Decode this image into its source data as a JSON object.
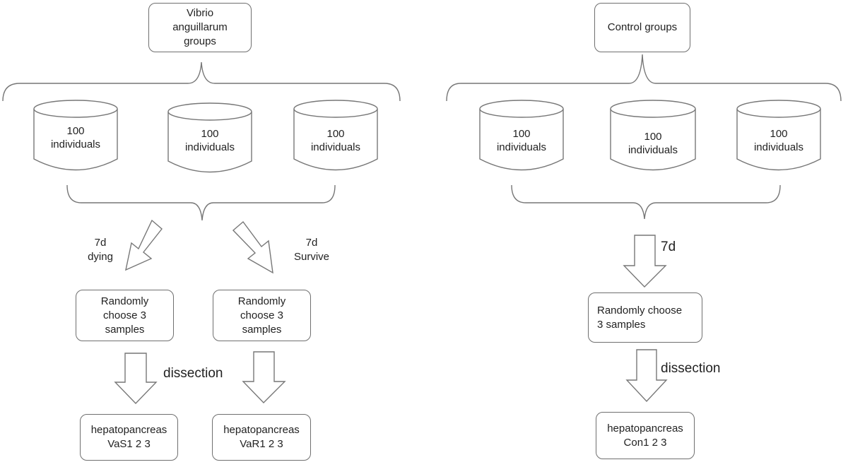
{
  "left": {
    "top_box": [
      "Vibrio",
      "anguillarum",
      "groups"
    ],
    "cylinders": [
      [
        "100",
        "individuals"
      ],
      [
        "100",
        "individuals"
      ],
      [
        "100",
        "individuals"
      ]
    ],
    "arrow_left_label": [
      "7d",
      "dying"
    ],
    "arrow_right_label": [
      "7d",
      "Survive"
    ],
    "choose_boxes": [
      [
        "Randomly",
        "choose 3",
        "samples"
      ],
      [
        "Randomly",
        "choose 3",
        "samples"
      ]
    ],
    "dissection_label": "dissection",
    "result_boxes": [
      [
        "hepatopancreas",
        "VaS1 2 3"
      ],
      [
        "hepatopancreas",
        "VaR1 2 3"
      ]
    ]
  },
  "right": {
    "top_box": [
      "Control groups"
    ],
    "cylinders": [
      [
        "100",
        "individuals"
      ],
      [
        "100",
        "individuals"
      ],
      [
        "100",
        "individuals"
      ]
    ],
    "arrow_label": "7d",
    "choose_box": [
      "Randomly choose",
      "3 samples"
    ],
    "dissection_label": "dissection",
    "result_box": [
      "hepatopancreas",
      "Con1 2 3"
    ]
  }
}
